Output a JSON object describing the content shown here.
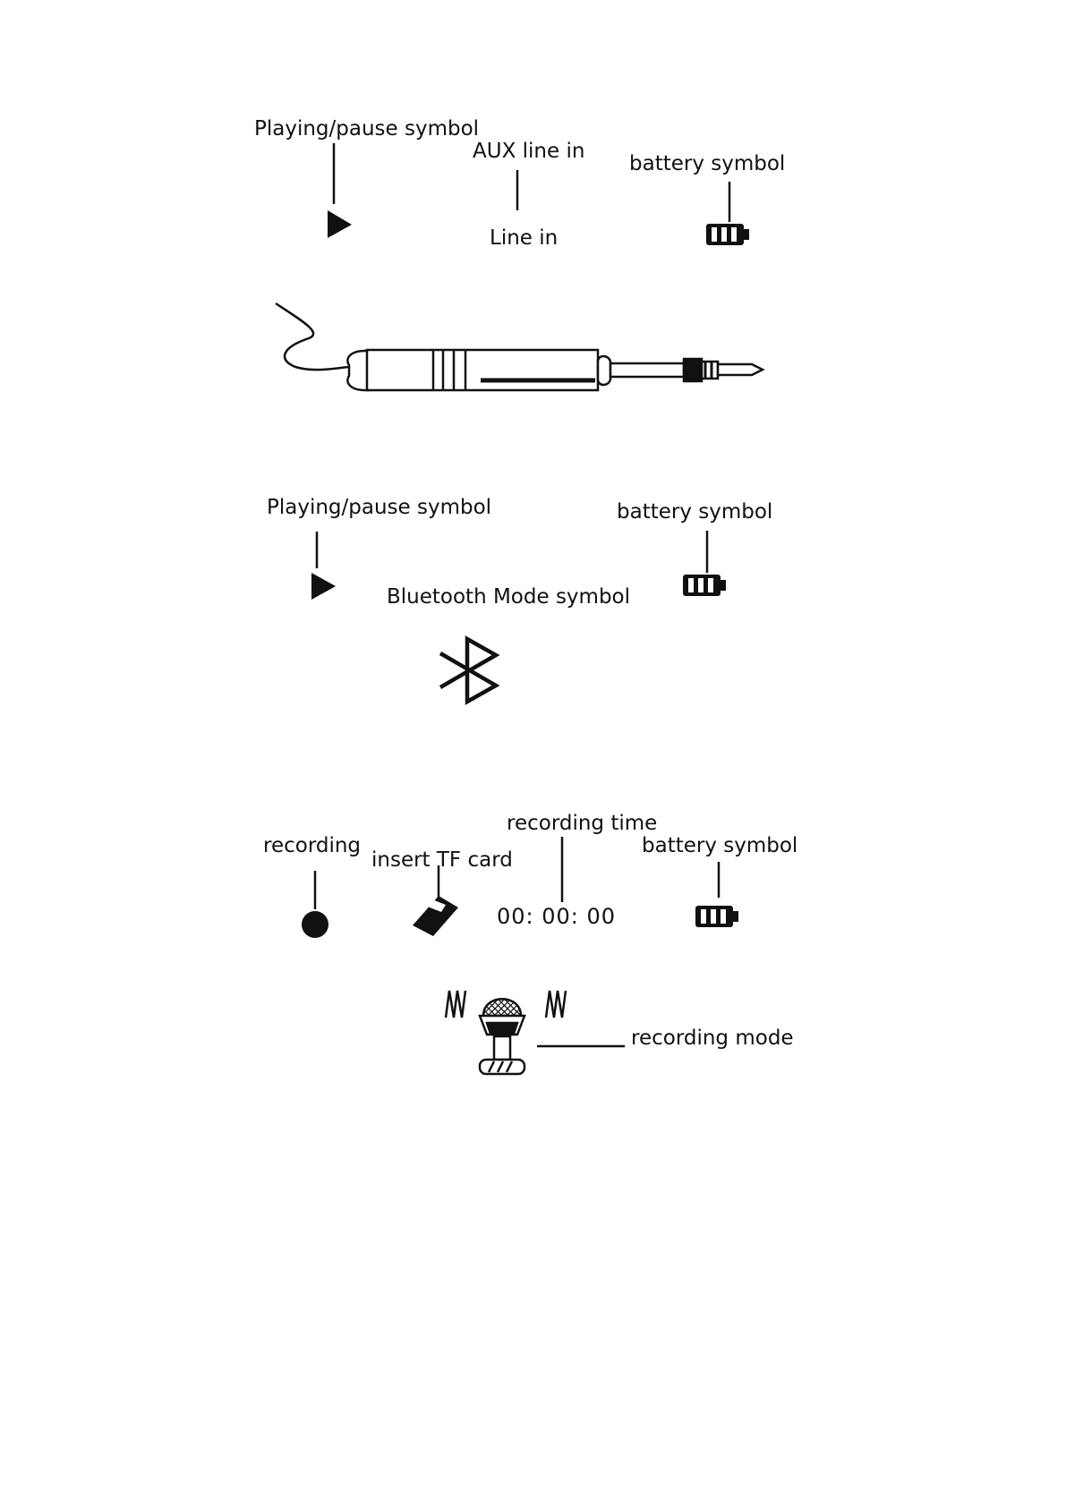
{
  "panels": [
    {
      "labels": {
        "play_pause": "Playing/pause symbol",
        "aux": "AUX line in",
        "battery": "battery symbol",
        "line_in": "Line in"
      }
    },
    {
      "labels": {
        "play_pause": "Playing/pause symbol",
        "battery": "battery symbol",
        "bluetooth": "Bluetooth Mode symbol"
      }
    },
    {
      "labels": {
        "recording": "recording",
        "insert_tf": "insert TF card",
        "recording_time": "recording time",
        "battery": "battery symbol",
        "recording_mode": "recording mode"
      },
      "time_display": "00:  00:  00"
    }
  ],
  "icons": {
    "play": "play-triangle-icon",
    "battery": "battery-icon",
    "cable": "audio-jack-cable-icon",
    "bluetooth": "bluetooth-icon",
    "record": "record-dot-icon",
    "tf_card": "tf-card-icon",
    "microphone": "microphone-icon"
  },
  "colors": {
    "ink": "#111111",
    "background": "#ffffff"
  }
}
